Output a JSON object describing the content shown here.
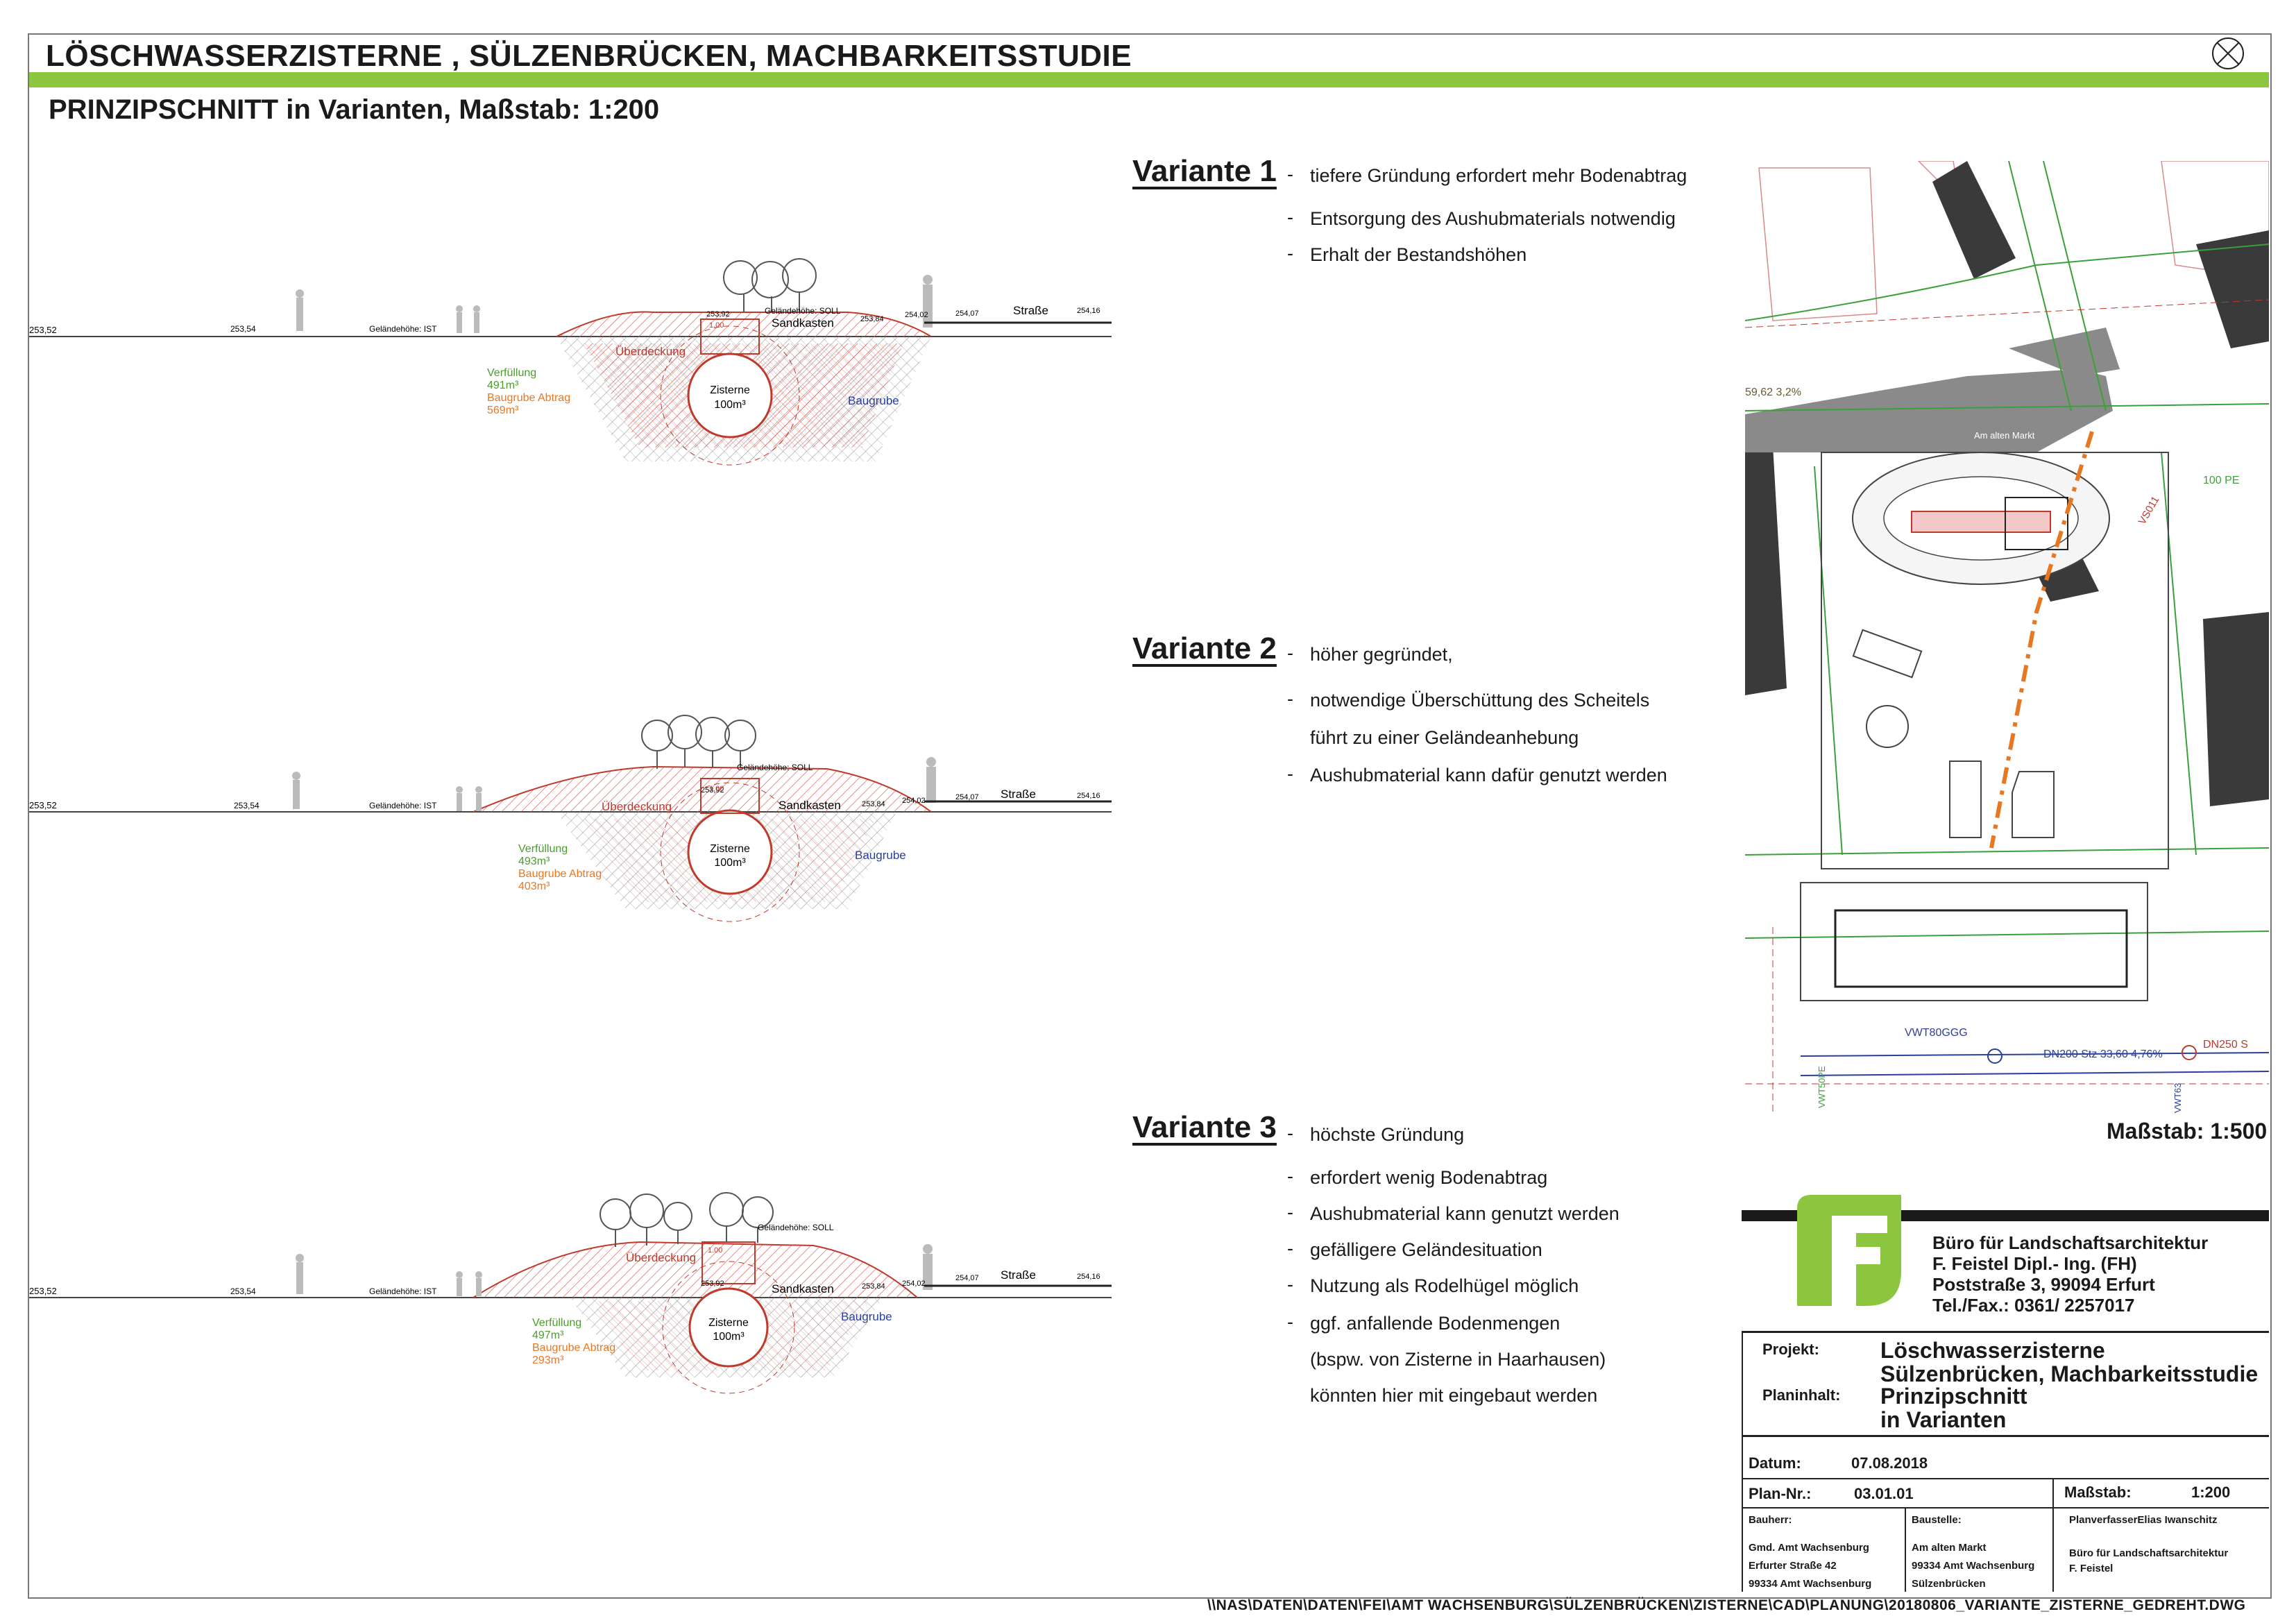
{
  "header": {
    "title": "LÖSCHWASSERZISTERNE , SÜLZENBRÜCKEN, MACHBARKEITSSTUDIE",
    "subtitle": "PRINZIPSCHNITT  in Varianten, Maßstab: 1:200"
  },
  "colors": {
    "green": "#8cc63e",
    "hatch_red": "#d9534f",
    "orange": "#e87722",
    "blue": "#2b3f9e"
  },
  "sections": [
    {
      "left_level": "253,52",
      "level_a": "253,54",
      "ground_ist": "Geländehöhe: IST",
      "ground_soll": "Geländehöhe: SOLL",
      "cover_dim": "1.00",
      "level_b": "253,92",
      "sandbox": "Sandkasten",
      "level_c": "253,84",
      "level_d": "254,02",
      "street_left": "254,07",
      "street": "Straße",
      "street_right": "254,16",
      "cover": "Überdeckung",
      "cistern": "Zisterne",
      "cistern_vol": "100m³",
      "fill_label": "Verfüllung",
      "fill_value": "491m³",
      "pit_label": "Baugrube Abtrag",
      "pit_value": "569m³",
      "pit": "Baugrube"
    },
    {
      "left_level": "253,52",
      "level_a": "253,54",
      "ground_ist": "Geländehöhe: IST",
      "ground_soll": "Geländehöhe: SOLL",
      "cover_dim": "1.00",
      "level_b": "253,92",
      "sandbox": "Sandkasten",
      "level_c": "253,84",
      "level_d": "254,02",
      "street_left": "254,07",
      "street": "Straße",
      "street_right": "254,16",
      "cover": "Überdeckung",
      "cistern": "Zisterne",
      "cistern_vol": "100m³",
      "fill_label": "Verfüllung",
      "fill_value": "493m³",
      "pit_label": "Baugrube Abtrag",
      "pit_value": "403m³",
      "pit": "Baugrube"
    },
    {
      "left_level": "253,52",
      "level_a": "253,54",
      "ground_ist": "Geländehöhe: IST",
      "ground_soll": "Geländehöhe: SOLL",
      "cover_dim": "1.00",
      "level_b": "253,92",
      "sandbox": "Sandkasten",
      "level_c": "253,84",
      "level_d": "254,02",
      "street_left": "254,07",
      "street": "Straße",
      "street_right": "254,16",
      "cover": "Überdeckung",
      "cistern": "Zisterne",
      "cistern_vol": "100m³",
      "fill_label": "Verfüllung",
      "fill_value": "497m³",
      "pit_label": "Baugrube Abtrag",
      "pit_value": "293m³",
      "pit": "Baugrube"
    }
  ],
  "variants": [
    {
      "title": "Variante 1",
      "bullets": [
        "tiefere Gründung erfordert mehr Bodenabtrag",
        "Entsorgung des Aushubmaterials notwendig",
        "Erhalt der Bestandshöhen"
      ]
    },
    {
      "title": "Variante 2",
      "bullets": [
        "höher gegründet,",
        "notwendige Überschüttung des Scheitels",
        "führt zu einer Geländeanhebung",
        "Aushubmaterial kann dafür genutzt werden"
      ]
    },
    {
      "title": "Variante 3",
      "bullets": [
        "höchste Gründung",
        "erfordert wenig Bodenabtrag",
        "Aushubmaterial kann genutzt werden",
        "gefälligere Geländesituation",
        "Nutzung als Rodelhügel möglich",
        "ggf. anfallende Bodenmengen",
        "(bspw. von Zisterne in Haarhausen)",
        "könnten hier mit eingebaut werden"
      ]
    }
  ],
  "map": {
    "scale": "Maßstab: 1:500",
    "street": "Am alten Markt",
    "pipe_top": "100 PE",
    "label_vs": "VS011",
    "label_vwt": "VWT80GGG",
    "label_dn200": "DN200 Stz 33,60 4,76%",
    "label_dn250": "DN250 S",
    "label_slope": "59,62 3,2%",
    "label_wt": "VWT50PE",
    "label_wt2": "VWT63"
  },
  "office": {
    "line1": "Büro für Landschaftsarchitektur",
    "line2": "F. Feistel Dipl.- Ing. (FH)",
    "line3": "Poststraße 3, 99094 Erfurt",
    "line4": "Tel./Fax.: 0361/ 2257017"
  },
  "titleblock": {
    "projekt_label": "Projekt:",
    "projekt_1": "Löschwasserzisterne",
    "projekt_2": "Sülzenbrücken, Machbarkeitsstudie",
    "planinhalt_label": "Planinhalt:",
    "planinhalt_1": "Prinzipschnitt",
    "planinhalt_2": "in Varianten",
    "datum_label": "Datum:",
    "datum": "07.08.2018",
    "plannr_label": "Plan-Nr.:",
    "plannr": "03.01.01",
    "massstab_label": "Maßstab:",
    "massstab": "1:200",
    "bauherr_label": "Bauherr:",
    "bauherr_1": "Gmd. Amt Wachsenburg",
    "bauherr_2": "Erfurter Straße 42",
    "bauherr_3": "99334 Amt Wachsenburg",
    "baustelle_label": "Baustelle:",
    "baustelle_1": "Am alten Markt",
    "baustelle_2": "99334 Amt Wachsenburg",
    "baustelle_3": "Sülzenbrücken",
    "verfasser_label": "PlanverfasserElias Iwanschitz",
    "verfasser_1": "Büro für Landschaftsarchitektur",
    "verfasser_2": "F. Feistel"
  },
  "footer": {
    "path": "\\\\NAS\\DATEN\\DATEN\\FEI\\AMT WACHSENBURG\\SÜLZENBRÜCKEN\\ZISTERNE\\CAD\\PLANUNG\\20180806_VARIANTE_ZISTERNE_GEDREHT.DWG"
  }
}
